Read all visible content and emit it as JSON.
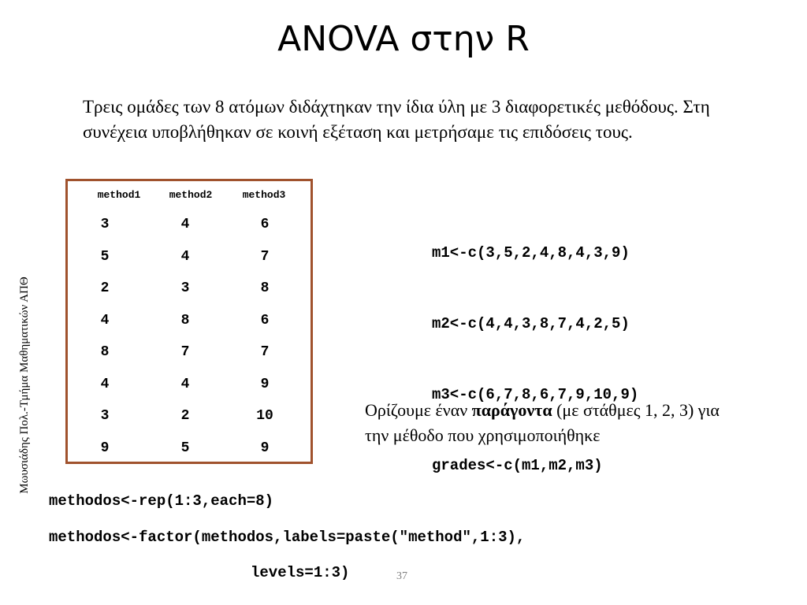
{
  "slide": {
    "title": "ANOVA στην R",
    "intro": "Τρεις ομάδες των 8 ατόμων διδάχτηκαν την ίδια ύλη με 3 διαφορετικές μεθόδους. Στη συνέχεια υποβλήθηκαν σε κοινή εξέταση και μετρήσαμε τις επιδόσεις τους.",
    "sidebar": "Μωυσιάδης Πολ.-Τμήμα Μαθηματικών ΑΠΘ",
    "page_number": "37"
  },
  "table": {
    "headers": [
      "method1",
      "method2",
      "method3"
    ],
    "rows": [
      [
        "3",
        "4",
        "6"
      ],
      [
        "5",
        "4",
        "7"
      ],
      [
        "2",
        "3",
        "8"
      ],
      [
        "4",
        "8",
        "6"
      ],
      [
        "8",
        "7",
        "7"
      ],
      [
        "4",
        "4",
        "9"
      ],
      [
        "3",
        "2",
        "10"
      ],
      [
        "9",
        "5",
        "9"
      ]
    ],
    "border_color": "#a0522d"
  },
  "code_right": [
    "m1<-c(3,5,2,4,8,4,3,9)",
    "m2<-c(4,4,3,8,7,4,2,5)",
    "m3<-c(6,7,8,6,7,9,10,9)",
    "grades<-c(m1,m2,m3)"
  ],
  "note": {
    "before": "Ορίζουμε έναν ",
    "bold": "παράγοντα",
    "after": " (με στάθμες 1, 2, 3) για την μέθοδο που χρησιμοποιήθηκε"
  },
  "code_bottom": {
    "line1": "methodos<-rep(1:3,each=8)",
    "line2": "methodos<-factor(methodos,labels=paste(\"method\",1:3),",
    "line3": "levels=1:3)"
  }
}
